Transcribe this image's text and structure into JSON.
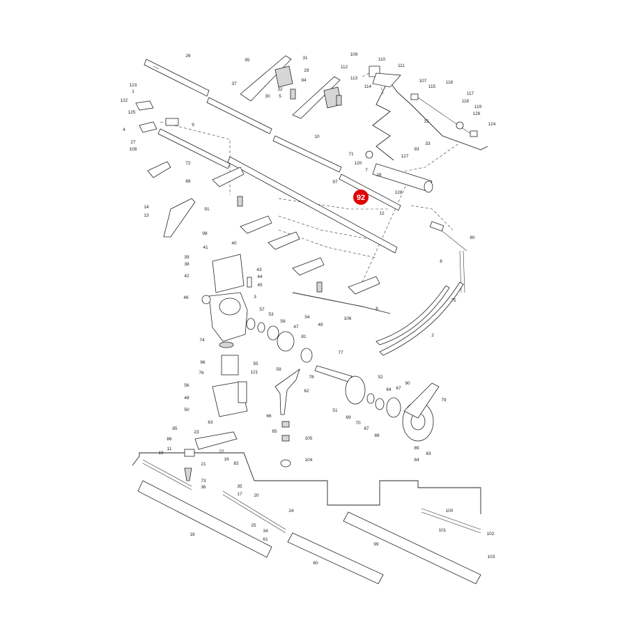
{
  "highlight": {
    "label": "92",
    "color": "#e00000"
  },
  "callouts": [
    "26",
    "95",
    "31",
    "29",
    "94",
    "32",
    "5",
    "37",
    "30",
    "109",
    "110",
    "112",
    "111",
    "113",
    "114",
    "107",
    "115",
    "116",
    "117",
    "118",
    "119",
    "15",
    "126",
    "124",
    "123",
    "1",
    "122",
    "125",
    "9",
    "4",
    "27",
    "108",
    "72",
    "68",
    "10",
    "71",
    "120",
    "28",
    "93",
    "33",
    "127",
    "128",
    "7",
    "97",
    "91",
    "14",
    "13",
    "12",
    "98",
    "41",
    "40",
    "39",
    "38",
    "42",
    "43",
    "44",
    "45",
    "46",
    "3",
    "57",
    "53",
    "58",
    "47",
    "54",
    "49",
    "81",
    "74",
    "78",
    "77",
    "96",
    "76",
    "56",
    "55",
    "121",
    "59",
    "48",
    "50",
    "63",
    "65",
    "66",
    "62",
    "51",
    "52",
    "64",
    "67",
    "90",
    "69",
    "70",
    "87",
    "88",
    "79",
    "89",
    "83",
    "84",
    "85",
    "86",
    "11",
    "19",
    "23",
    "22",
    "16",
    "82",
    "21",
    "73",
    "36",
    "35",
    "17",
    "18",
    "20",
    "24",
    "25",
    "34",
    "61",
    "60",
    "99",
    "100",
    "101",
    "102",
    "103",
    "104",
    "105",
    "106",
    "6",
    "2",
    "8",
    "75",
    "80"
  ],
  "colors": {
    "highlight": "#e00000",
    "lines": "#222222"
  }
}
